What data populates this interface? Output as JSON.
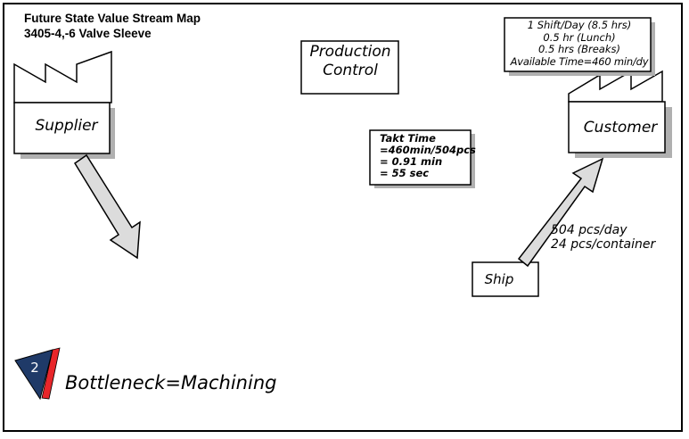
{
  "title": {
    "line1": "Future State Value Stream Map",
    "line2": "3405-4,-6 Valve Sleeve"
  },
  "supplier": {
    "label": "Supplier"
  },
  "customer": {
    "label": "Customer"
  },
  "production_control": {
    "line1": "Production",
    "line2": "Control"
  },
  "takt": {
    "line1": "Takt Time",
    "line2": "=460min/504pcs",
    "line3": "= 0.91 min",
    "line4": "= 55 sec"
  },
  "shift_info": {
    "line1": "1 Shift/Day (8.5 hrs)",
    "line2": "0.5 hr (Lunch)",
    "line3": "0.5 hrs (Breaks)",
    "line4": "Available Time=460 min/dy"
  },
  "ship": {
    "label": "Ship"
  },
  "shipment": {
    "line1": "504 pcs/day",
    "line2": "24 pcs/container"
  },
  "bottleneck": {
    "badge": "2",
    "label": "Bottleneck=Machining"
  },
  "colors": {
    "badge_navy": "#1f3a68",
    "badge_red": "#e8262a",
    "arrow_fill": "#dcdcdc"
  }
}
